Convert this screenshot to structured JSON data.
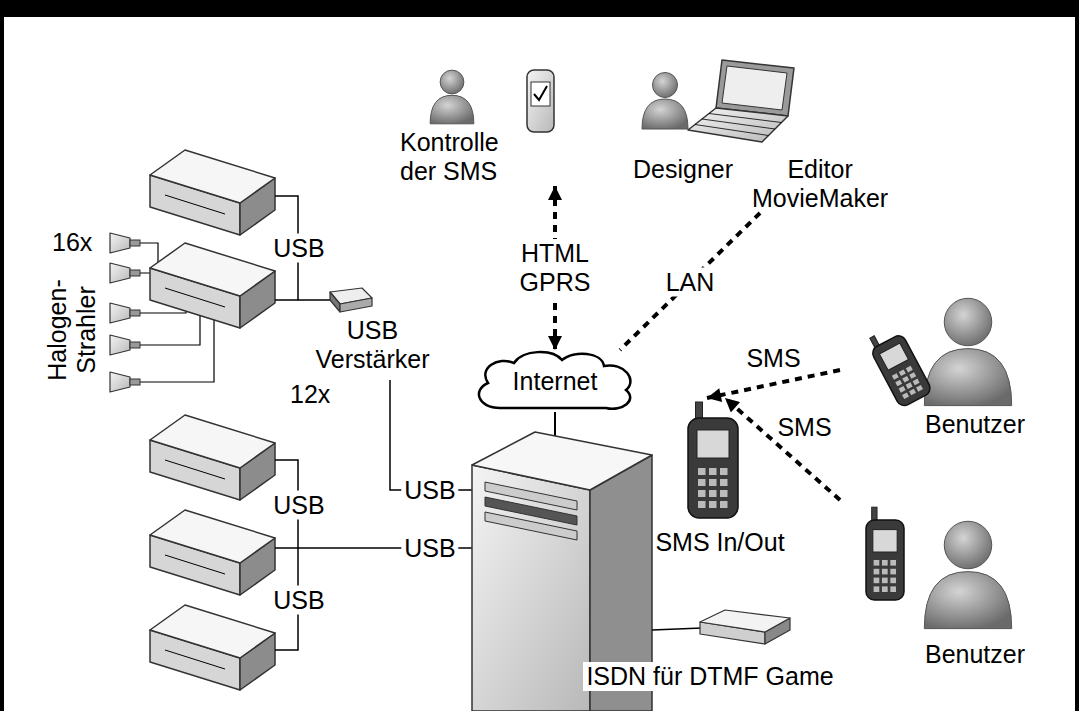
{
  "diagram": {
    "nodes": [
      {
        "text": [
          "Kontrolle der SMS"
        ]
      },
      {
        "text": [
          "Designer",
          "Editor MovieMaker"
        ]
      },
      {
        "text": [
          "Internet"
        ]
      },
      {
        "text": [
          "USB Verstärker"
        ]
      },
      {
        "text": [
          "Benutzer"
        ]
      },
      {
        "text": [
          "SMS In/Out"
        ]
      },
      {
        "text": [
          "Benutzer"
        ]
      },
      {
        "text": [
          "ISDN für DTMF Game"
        ]
      }
    ],
    "edges": [
      {
        "from": 0,
        "to": 2,
        "arrow": "both",
        "label": "HTML GPRS"
      },
      {
        "from": 1,
        "to": 2,
        "arrow": "none",
        "label": "LAN"
      },
      {
        "from": 4,
        "to": 5,
        "arrow": "to",
        "label": "SMS"
      },
      {
        "from": 6,
        "to": 5,
        "arrow": "to",
        "label": "SMS"
      }
    ],
    "labels": [
      "16x",
      "Halogen- Strahler",
      "USB",
      "12x",
      "USB",
      "USB",
      "USB",
      "USB"
    ]
  }
}
